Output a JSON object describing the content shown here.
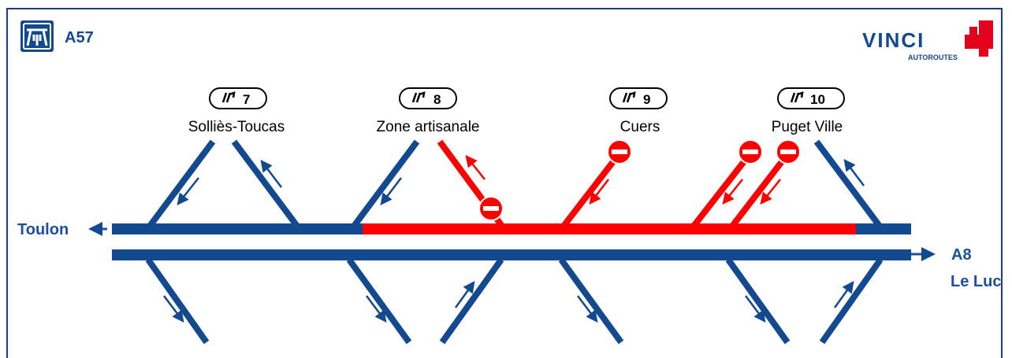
{
  "header": {
    "road": "A57",
    "brand": {
      "name": "VINCI",
      "sub": "AUTOROUTES"
    }
  },
  "destinations": {
    "west": "Toulon",
    "east_road": "A8",
    "east_city": "Le Luc"
  },
  "exits": [
    {
      "number": "7",
      "name": "Solliès-Toucas"
    },
    {
      "number": "8",
      "name": "Zone artisanale"
    },
    {
      "number": "9",
      "name": "Cuers"
    },
    {
      "number": "10",
      "name": "Puget Ville"
    }
  ],
  "colors": {
    "road": "#13498f",
    "closed": "#ff0000",
    "text_blue": "#1b4fa0",
    "frame": "#1b3d7a"
  }
}
